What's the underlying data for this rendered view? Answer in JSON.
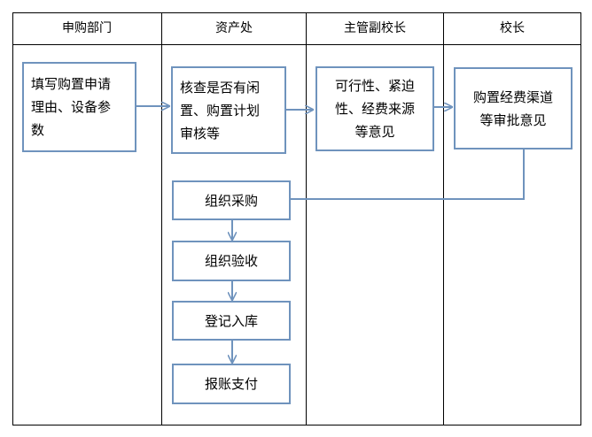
{
  "lanes": [
    "申购部门",
    "资产处",
    "主管副校长",
    "校长"
  ],
  "steps": {
    "fill_request": "填写购置申请\n理由、设备参\n数",
    "verify": "核查是否有闲\n置、购置计划\n审核等",
    "feasibility": "可行性、紧迫\n性、经费来源\n等意见",
    "approve": "购置经费渠道\n等审批意见",
    "purchase": "组织采购",
    "acceptance": "组织验收",
    "register": "登记入库",
    "reimburse": "报账支付"
  },
  "colors": {
    "grid": "#000000",
    "box": "#6f93bd",
    "arrow": "#6f93bd"
  }
}
